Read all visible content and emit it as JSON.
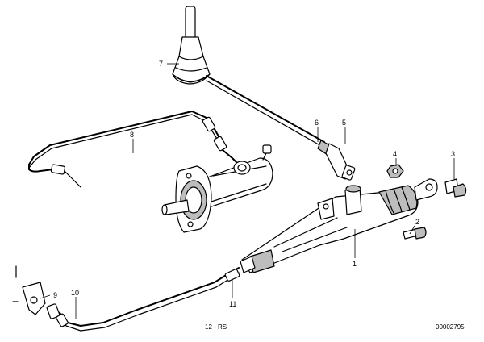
{
  "diagram": {
    "parts": [
      {
        "id": "p1",
        "label": "1"
      },
      {
        "id": "p2",
        "label": "2"
      },
      {
        "id": "p3",
        "label": "3"
      },
      {
        "id": "p4",
        "label": "4"
      },
      {
        "id": "p5",
        "label": "5"
      },
      {
        "id": "p6",
        "label": "6"
      },
      {
        "id": "p7",
        "label": "7"
      },
      {
        "id": "p8",
        "label": "8"
      },
      {
        "id": "p9",
        "label": "9"
      },
      {
        "id": "p10",
        "label": "10"
      },
      {
        "id": "p11",
        "label": "11"
      }
    ],
    "reference_note": "12 - RS",
    "drawing_number": "00002795"
  }
}
